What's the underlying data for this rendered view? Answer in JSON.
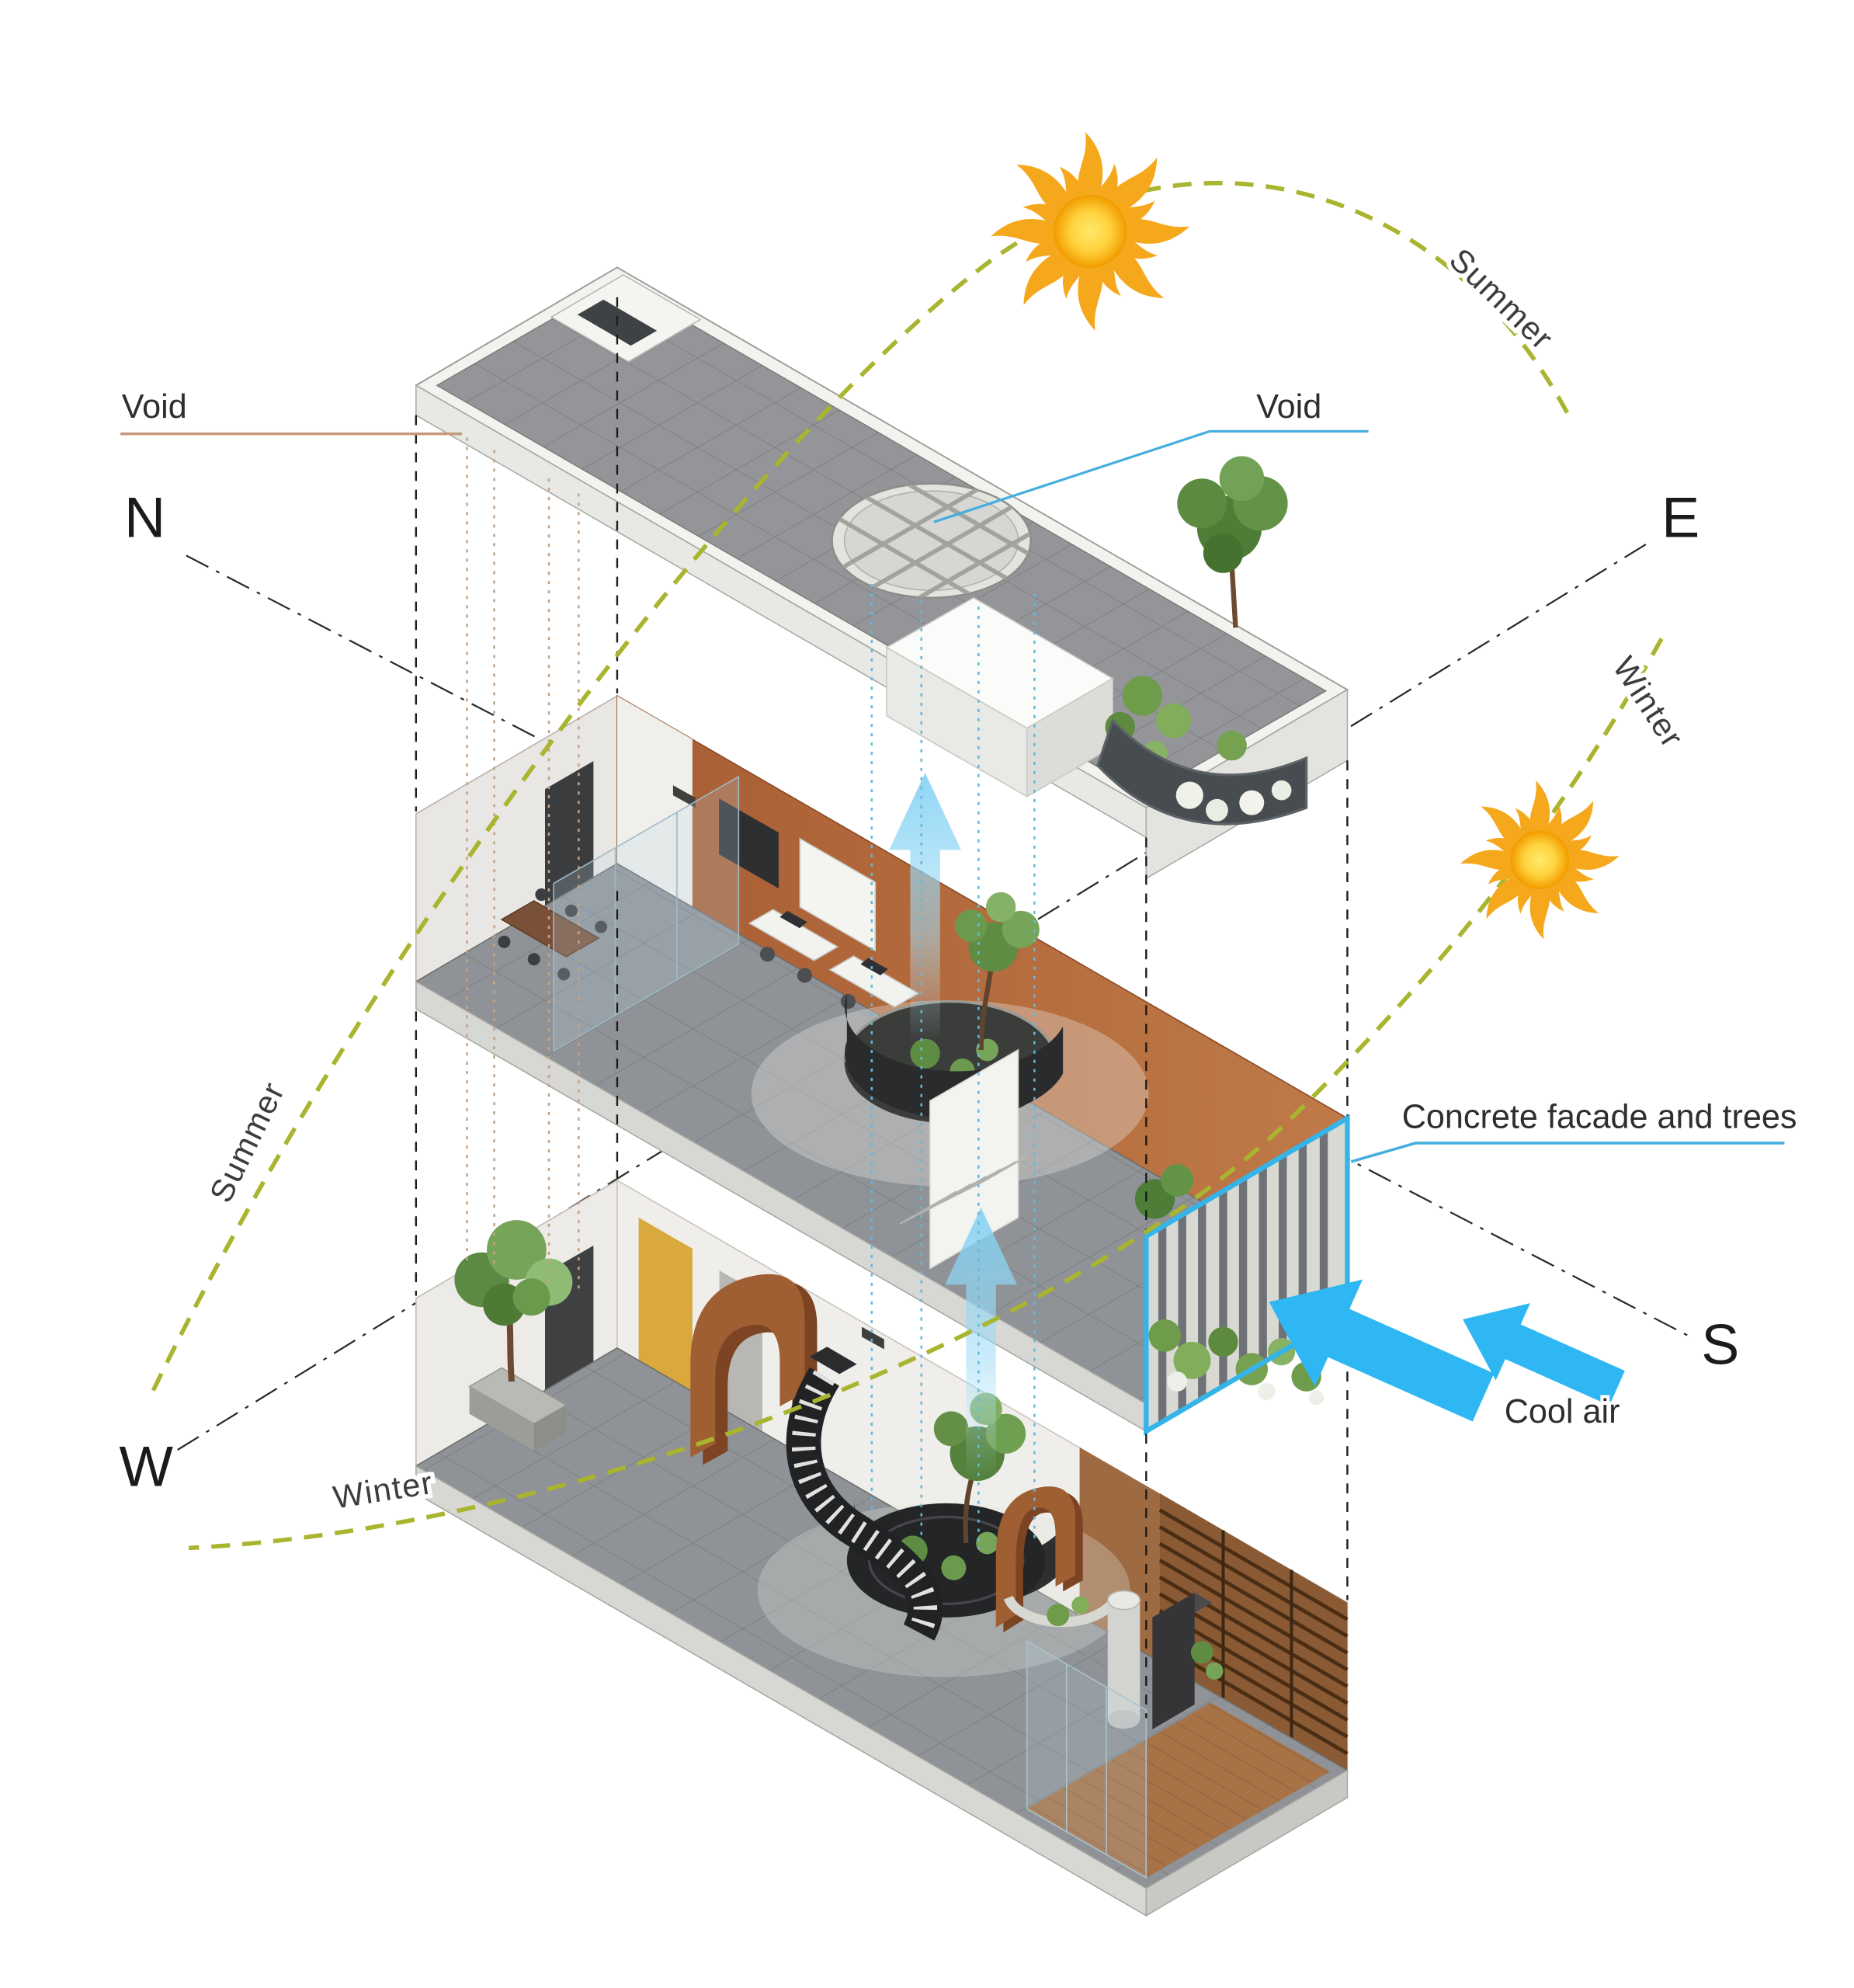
{
  "diagram": {
    "type": "exploded-axonometric-architecture-sun-diagram",
    "compass": {
      "north": "N",
      "east": "E",
      "south": "S",
      "west": "W"
    },
    "sun_path": {
      "summer_label_right": "Summer",
      "winter_label_right": "Winter",
      "summer_label_left": "Summer",
      "winter_label_left": "Winter"
    },
    "annotations": {
      "void_roof": "Void",
      "void_circle": "Void",
      "facade": "Concrete facade and trees",
      "cool_air": "Cool air"
    },
    "icons": {
      "sun_summer": "sun-icon",
      "sun_winter": "sun-icon"
    },
    "colors": {
      "sun_path_olive": "#a9b42f",
      "leader_blue": "#45aede",
      "leader_tan": "#c59a7c",
      "facade_highlight": "#35b4ea",
      "cool_air_blue": "#2eb7f2",
      "airflow_blue": "#7fcff3",
      "terracotta_wall": "#b06a3e",
      "sun_core_yellow": "#ffd23d",
      "sun_ray_orange": "#f6a81c"
    }
  }
}
